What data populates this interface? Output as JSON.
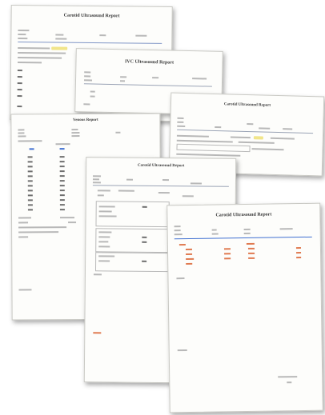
{
  "documents": {
    "carotid_top": {
      "title": "Carotid Ultrasound Report"
    },
    "ivc": {
      "title": "IVC Ultrasound Report"
    },
    "carotid_right": {
      "title": "Carotid Ultrasound Report"
    },
    "venous": {
      "title": "Venous Report"
    },
    "carotid_middle": {
      "title": "Carotid Ultrasound Report"
    },
    "carotid_front": {
      "title": "Carotid Ultrasound Report"
    }
  },
  "colors": {
    "paper": "#fdfdfb",
    "text": "#3a3a3a",
    "accent_blue": "#3f6fd1",
    "accent_orange": "#e07a50",
    "accent_yellow": "#f1e58a",
    "accent_green": "#9cc98d"
  }
}
